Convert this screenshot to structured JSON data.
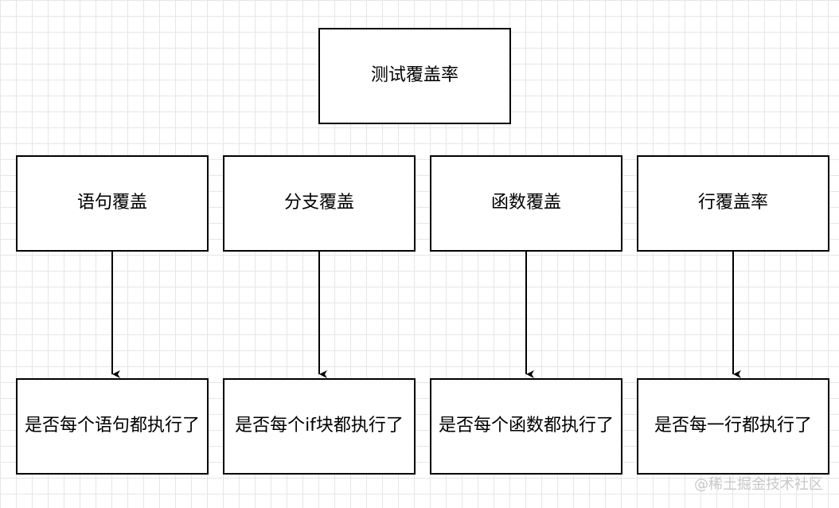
{
  "root": {
    "label": "测试覆盖率"
  },
  "categories": [
    {
      "label": "语句覆盖",
      "detail": "是否每个语句都执行了"
    },
    {
      "label": "分支覆盖",
      "detail": "是否每个if块都执行了"
    },
    {
      "label": "函数覆盖",
      "detail": "是否每个函数都执行了"
    },
    {
      "label": "行覆盖率",
      "detail": "是否每一行都执行了"
    }
  ],
  "watermark": "@稀土掘金技术社区",
  "colors": {
    "stroke": "#000000",
    "grid": "#e6e6e6",
    "watermark": "#c8c8c8"
  }
}
